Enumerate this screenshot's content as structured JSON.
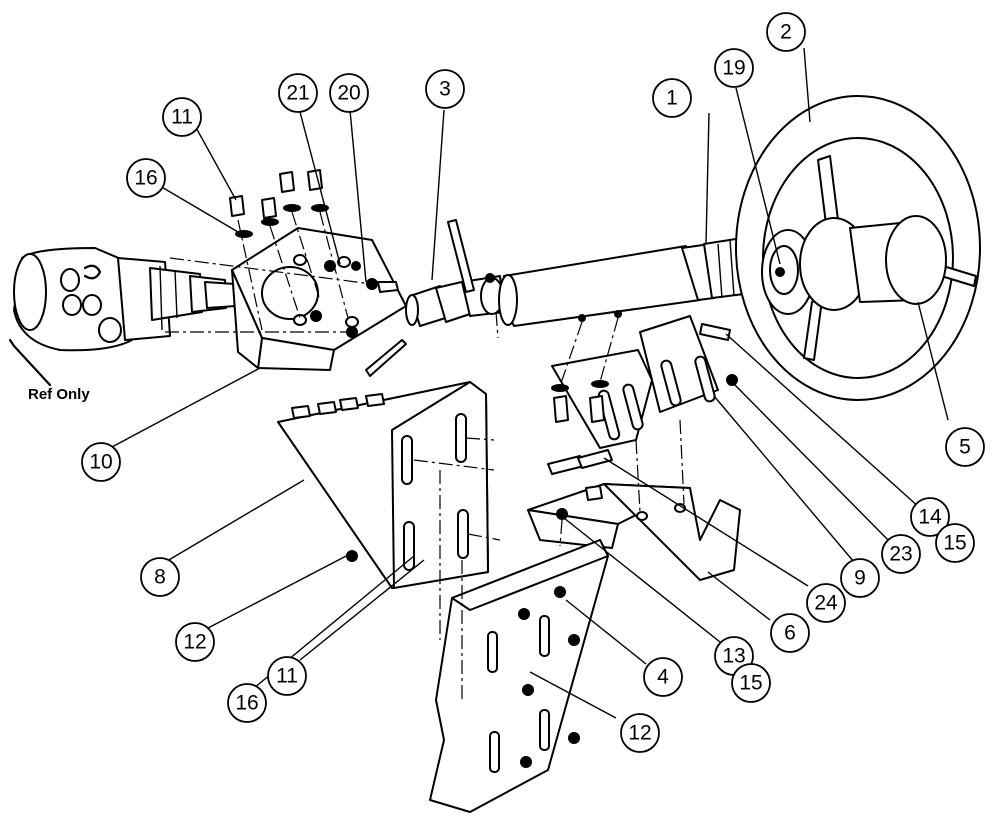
{
  "diagram": {
    "reference_label": "Ref Only",
    "callouts": [
      {
        "id": "c1",
        "label": "1"
      },
      {
        "id": "c2",
        "label": "2"
      },
      {
        "id": "c3",
        "label": "3"
      },
      {
        "id": "c4",
        "label": "4"
      },
      {
        "id": "c5",
        "label": "5"
      },
      {
        "id": "c6",
        "label": "6"
      },
      {
        "id": "c8",
        "label": "8"
      },
      {
        "id": "c9",
        "label": "9"
      },
      {
        "id": "c10",
        "label": "10"
      },
      {
        "id": "c11a",
        "label": "11"
      },
      {
        "id": "c11b",
        "label": "11"
      },
      {
        "id": "c12a",
        "label": "12"
      },
      {
        "id": "c12b",
        "label": "12"
      },
      {
        "id": "c13",
        "label": "13"
      },
      {
        "id": "c14",
        "label": "14"
      },
      {
        "id": "c15a",
        "label": "15"
      },
      {
        "id": "c15b",
        "label": "15"
      },
      {
        "id": "c16a",
        "label": "16"
      },
      {
        "id": "c16b",
        "label": "16"
      },
      {
        "id": "c19",
        "label": "19"
      },
      {
        "id": "c20",
        "label": "20"
      },
      {
        "id": "c21",
        "label": "21"
      },
      {
        "id": "c23",
        "label": "23"
      },
      {
        "id": "c24",
        "label": "24"
      }
    ]
  }
}
